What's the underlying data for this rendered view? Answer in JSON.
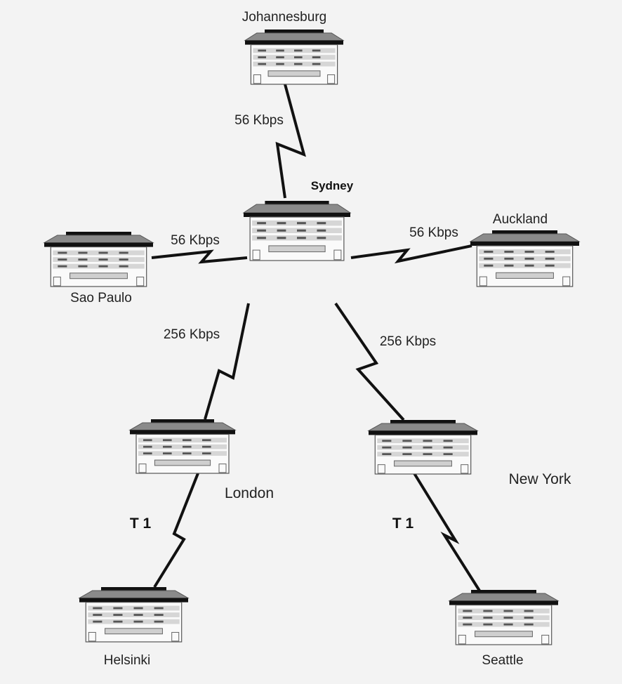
{
  "diagram": {
    "sites": [
      {
        "id": "johannesburg",
        "name": "Johannesburg"
      },
      {
        "id": "sydney",
        "name": "Sydney"
      },
      {
        "id": "sao-paulo",
        "name": "Sao Paulo"
      },
      {
        "id": "auckland",
        "name": "Auckland"
      },
      {
        "id": "london",
        "name": "London"
      },
      {
        "id": "new-york",
        "name": "New York"
      },
      {
        "id": "helsinki",
        "name": "Helsinki"
      },
      {
        "id": "seattle",
        "name": "Seattle"
      }
    ],
    "links": [
      {
        "from": "sydney",
        "to": "johannesburg",
        "label": "56 Kbps"
      },
      {
        "from": "sydney",
        "to": "sao-paulo",
        "label": "56 Kbps"
      },
      {
        "from": "sydney",
        "to": "auckland",
        "label": "56 Kbps"
      },
      {
        "from": "sydney",
        "to": "london",
        "label": "256 Kbps"
      },
      {
        "from": "sydney",
        "to": "new-york",
        "label": "256 Kbps"
      },
      {
        "from": "london",
        "to": "helsinki",
        "label": "T 1"
      },
      {
        "from": "new-york",
        "to": "seattle",
        "label": "T 1"
      }
    ]
  }
}
